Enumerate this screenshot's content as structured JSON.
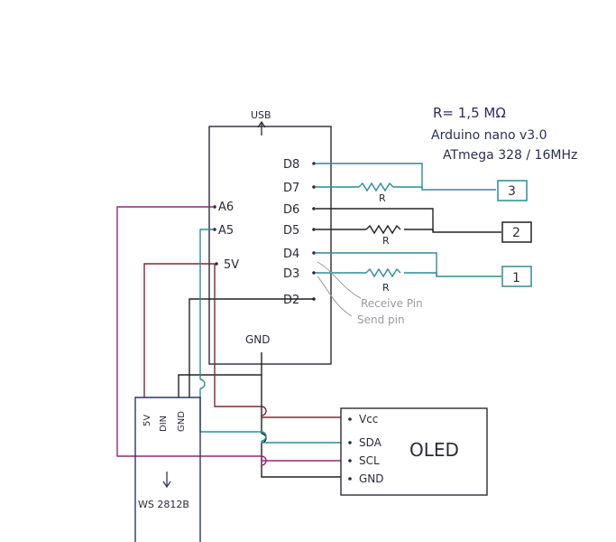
{
  "notes": {
    "resistance": "R= 1,5 MΩ",
    "board": "Arduino nano v3.0",
    "mcu": "ATmega 328 / 16MHz"
  },
  "arduino": {
    "usb_label": "USB",
    "gnd_label": "GND",
    "pins_right": [
      "D8",
      "D7",
      "D6",
      "D5",
      "D4",
      "D3",
      "D2"
    ],
    "pins_left": [
      "A6",
      "A5",
      "5V"
    ]
  },
  "resistors": [
    "R",
    "R",
    "R"
  ],
  "pads": [
    "3",
    "2",
    "1"
  ],
  "pin_notes": {
    "receive": "Receive Pin",
    "send": "Send pin"
  },
  "ws2812b": {
    "pins": [
      "5V",
      "DIN",
      "GND"
    ],
    "label": "WS 2812B"
  },
  "oled": {
    "pins": [
      "Vcc",
      "SDA",
      "SCL",
      "GND"
    ],
    "label": "OLED"
  },
  "colors": {
    "ink": "#2a2a3a",
    "teal": "#2e8c96",
    "purple": "#8c2a78",
    "maroon": "#7a2a30",
    "black_wire": "#222222",
    "navy": "#2d3566",
    "gray": "#9a9aa6"
  }
}
